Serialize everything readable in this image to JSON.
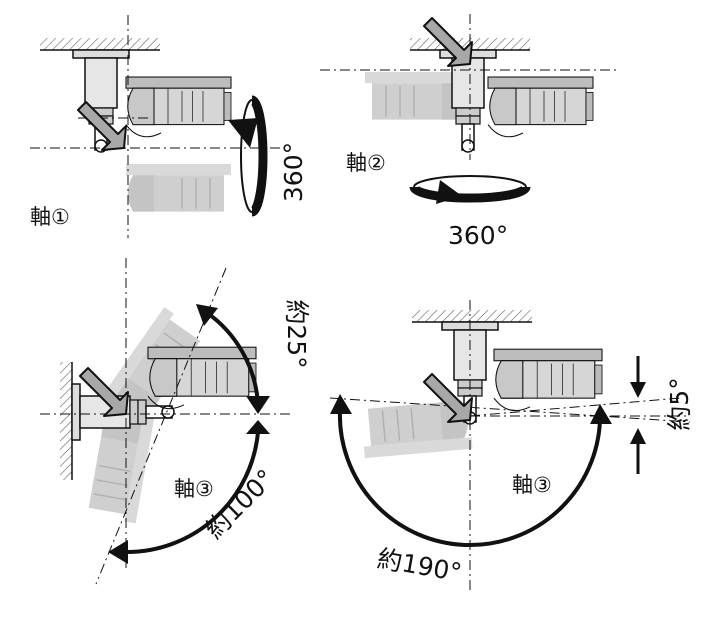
{
  "panels": {
    "top_left": {
      "axis_label": "軸①",
      "angle_label": "360°"
    },
    "top_right": {
      "axis_label": "軸②",
      "angle_label": "360°"
    },
    "bottom_left": {
      "axis_label": "軸③",
      "angle_upper": "約25°",
      "angle_lower": "約100°"
    },
    "bottom_right": {
      "axis_label": "軸③",
      "angle_left": "約190°",
      "angle_right": "約5°"
    }
  },
  "colors": {
    "ink": "#111111",
    "ghost": "#cfcfcf",
    "pointer": "#a8a8a8",
    "hatch": "#777777"
  },
  "icons": [
    "camera-bracket",
    "pointer-arrow",
    "rotation-arrow",
    "ceiling-hatch",
    "wall-hatch"
  ]
}
